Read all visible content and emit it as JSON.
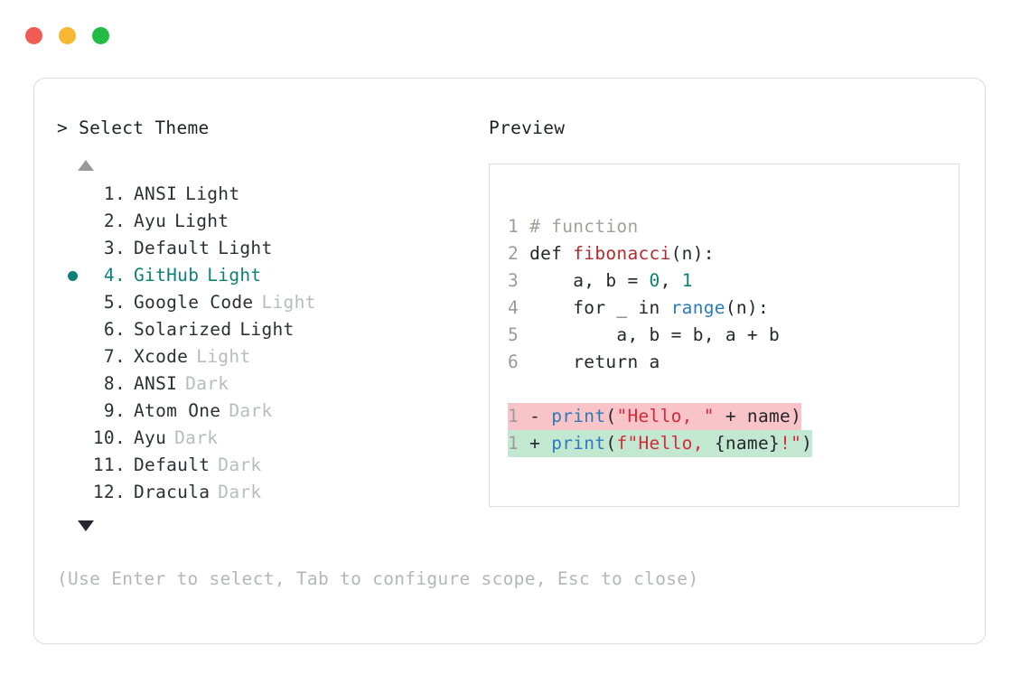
{
  "window": {
    "dots": [
      {
        "name": "close",
        "color": "#f25a54"
      },
      {
        "name": "minimize",
        "color": "#f7b731"
      },
      {
        "name": "maximize",
        "color": "#22bb44"
      }
    ]
  },
  "prompt": {
    "title": "> Select Theme",
    "scroll_up_icon": "triangle-up-icon",
    "scroll_down_icon": "triangle-down-icon",
    "selected_index": 4,
    "selection_bullet_color": "#0d8077",
    "items": [
      {
        "index": "1.",
        "name": "ANSI",
        "variant": "Light",
        "variant_muted": false,
        "selected": false
      },
      {
        "index": "2.",
        "name": "Ayu",
        "variant": "Light",
        "variant_muted": false,
        "selected": false
      },
      {
        "index": "3.",
        "name": "Default",
        "variant": "Light",
        "variant_muted": false,
        "selected": false
      },
      {
        "index": "4.",
        "name": "GitHub",
        "variant": "Light",
        "variant_muted": false,
        "selected": true
      },
      {
        "index": "5.",
        "name": "Google Code",
        "variant": "Light",
        "variant_muted": true,
        "selected": false
      },
      {
        "index": "6.",
        "name": "Solarized",
        "variant": "Light",
        "variant_muted": false,
        "selected": false
      },
      {
        "index": "7.",
        "name": "Xcode",
        "variant": "Light",
        "variant_muted": true,
        "selected": false
      },
      {
        "index": "8.",
        "name": "ANSI",
        "variant": "Dark",
        "variant_muted": true,
        "selected": false
      },
      {
        "index": "9.",
        "name": "Atom One",
        "variant": "Dark",
        "variant_muted": true,
        "selected": false
      },
      {
        "index": "10.",
        "name": "Ayu",
        "variant": "Dark",
        "variant_muted": true,
        "selected": false
      },
      {
        "index": "11.",
        "name": "Default",
        "variant": "Dark",
        "variant_muted": true,
        "selected": false
      },
      {
        "index": "12.",
        "name": "Dracula",
        "variant": "Dark",
        "variant_muted": true,
        "selected": false
      }
    ]
  },
  "preview": {
    "title": "Preview",
    "code_lines": [
      {
        "ln": "1",
        "tokens": [
          {
            "t": "# function",
            "c": "comment"
          }
        ]
      },
      {
        "ln": "2",
        "tokens": [
          {
            "t": "def ",
            "c": "plain"
          },
          {
            "t": "fibonacci",
            "c": "func"
          },
          {
            "t": "(n):",
            "c": "plain"
          }
        ]
      },
      {
        "ln": "3",
        "tokens": [
          {
            "t": "    a, b = ",
            "c": "plain"
          },
          {
            "t": "0",
            "c": "num"
          },
          {
            "t": ", ",
            "c": "plain"
          },
          {
            "t": "1",
            "c": "num"
          }
        ]
      },
      {
        "ln": "4",
        "tokens": [
          {
            "t": "    for _ in ",
            "c": "plain"
          },
          {
            "t": "range",
            "c": "builtin"
          },
          {
            "t": "(n):",
            "c": "plain"
          }
        ]
      },
      {
        "ln": "5",
        "tokens": [
          {
            "t": "        a, b = b, a + b",
            "c": "plain"
          }
        ]
      },
      {
        "ln": "6",
        "tokens": [
          {
            "t": "    return a",
            "c": "plain"
          }
        ]
      }
    ],
    "diff_lines": [
      {
        "ln": "1",
        "kind": "del",
        "mark": "-",
        "tokens": [
          {
            "t": "print",
            "c": "builtin"
          },
          {
            "t": "(",
            "c": "plain"
          },
          {
            "t": "\"Hello, \"",
            "c": "string"
          },
          {
            "t": " + name)",
            "c": "plain"
          }
        ]
      },
      {
        "ln": "1",
        "kind": "add",
        "mark": "+",
        "tokens": [
          {
            "t": "print",
            "c": "builtin"
          },
          {
            "t": "(",
            "c": "plain"
          },
          {
            "t": "f\"Hello, ",
            "c": "string"
          },
          {
            "t": "{name}",
            "c": "plain"
          },
          {
            "t": "!\"",
            "c": "string"
          },
          {
            "t": ")",
            "c": "plain"
          }
        ]
      }
    ],
    "colors": {
      "comment": "#a0a298",
      "function": "#b5292f",
      "number": "#0d8077",
      "builtin": "#2b7cb8",
      "string": "#d32b3a",
      "plain": "#24282e",
      "diff_delete_bg": "#f9c4c8",
      "diff_add_bg": "#c3e8d2"
    }
  },
  "footer": {
    "hint": "(Use Enter to select, Tab to configure scope, Esc to close)"
  }
}
